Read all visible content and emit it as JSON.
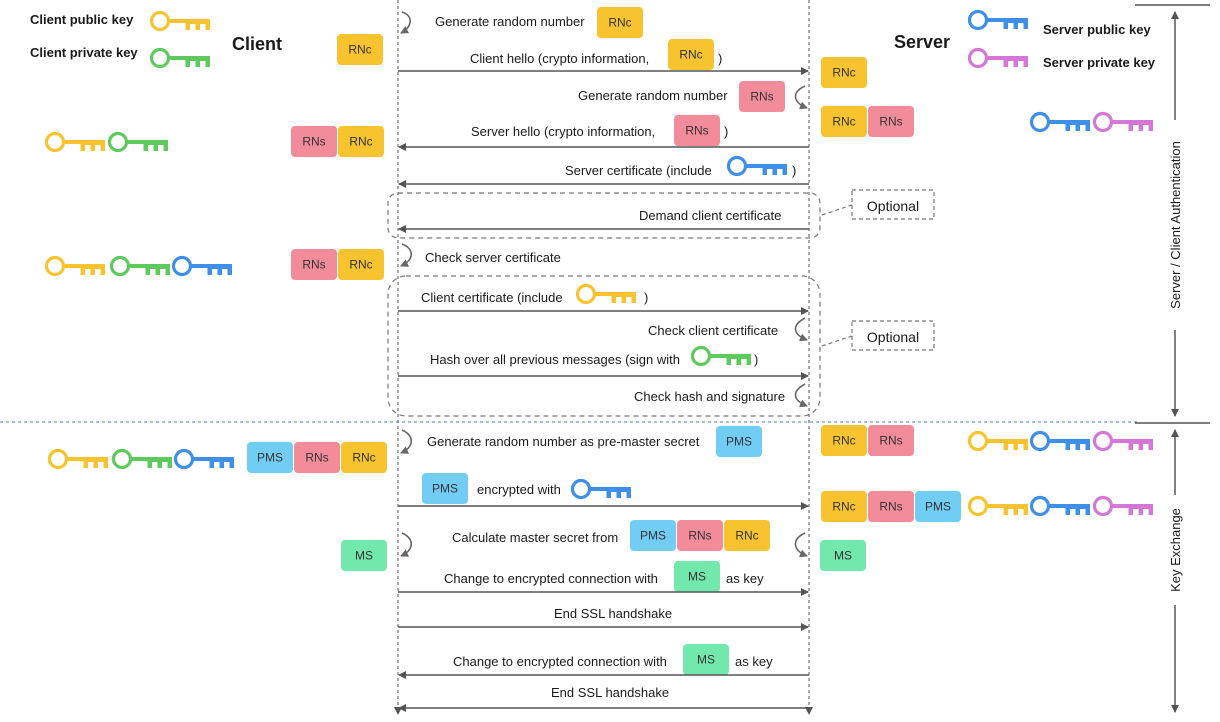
{
  "colors": {
    "rnc": "#f7c430",
    "rns": "#f28c9a",
    "pms": "#72cdf4",
    "ms": "#72e8ac",
    "client_public_key": "#f7c430",
    "client_private_key": "#5ec95e",
    "server_public_key": "#3f8fe8",
    "server_private_key": "#d577d6"
  },
  "legend": {
    "client_public": "Client public key",
    "client_private": "Client private key",
    "server_public": "Server public key",
    "server_private": "Server private key"
  },
  "titles": {
    "client": "Client",
    "server": "Server"
  },
  "badges": {
    "rnc": "RNc",
    "rns": "RNs",
    "pms": "PMS",
    "ms": "MS"
  },
  "messages": {
    "gen_rnc": "Generate random number",
    "client_hello": "Client hello (crypto information,",
    "client_hello_end": ")",
    "gen_rns": "Generate random number",
    "server_hello": "Server hello (crypto information,",
    "server_hello_end": ")",
    "server_cert": "Server certificate (include",
    "server_cert_end": ")",
    "demand_cert": "Demand client certificate",
    "check_server_cert": "Check server certificate",
    "client_cert": "Client certificate (include",
    "client_cert_end": ")",
    "check_client_cert": "Check client certificate",
    "hash_msgs": "Hash over all previous messages (sign with",
    "hash_msgs_end": ")",
    "check_hash": "Check hash and signature",
    "gen_pms": "Generate  random number as pre-master secret",
    "encrypted_with": "encrypted with",
    "calc_ms": "Calculate master secret from",
    "change_client": "Change to encrypted connection with",
    "as_key_client": "as key",
    "end_ssl_client": "End SSL handshake",
    "change_server": "Change to encrypted connection with",
    "as_key_server": "as key",
    "end_ssl_server": "End SSL handshake"
  },
  "optional_labels": {
    "first": "Optional",
    "second": "Optional"
  },
  "phases": {
    "auth": "Server / Client Authentication",
    "key_exchange": "Key Exchange"
  }
}
